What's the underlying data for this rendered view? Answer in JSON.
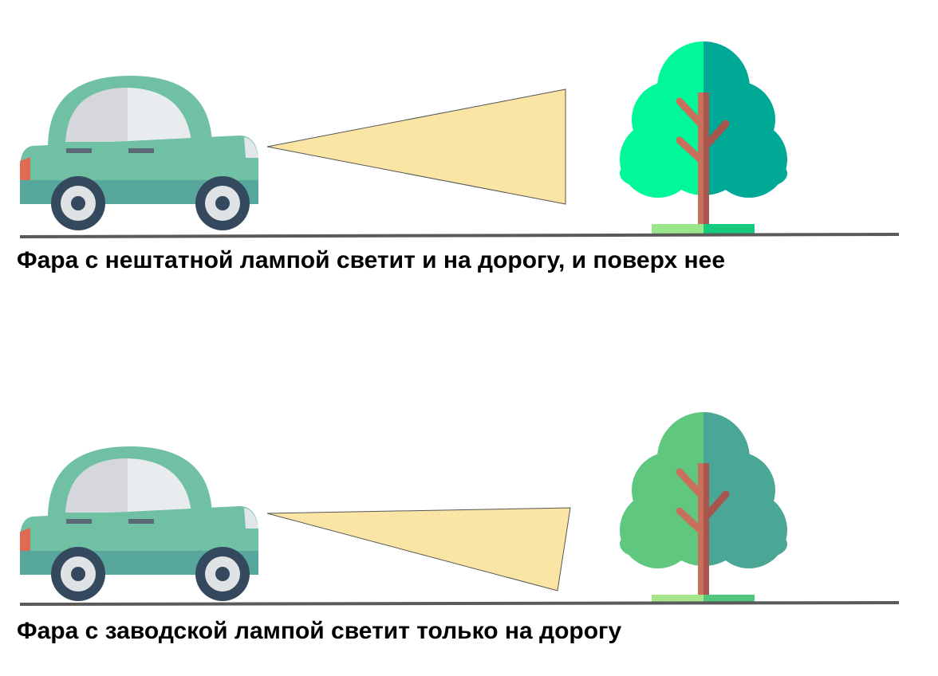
{
  "scenes": [
    {
      "id": "nonstandard",
      "caption": "Фара с нештатной лампой светит и на дорогу, и поверх нее",
      "tree_colors": {
        "left": "#00f89a",
        "right": "#00a996",
        "grass_left": "#9be68a",
        "grass_right": "#17c97c"
      }
    },
    {
      "id": "factory",
      "caption": "Фара с заводской лампой светит только на дорогу",
      "tree_colors": {
        "left": "#5fc87e",
        "right": "#4aa795",
        "grass_left": "#a6e58b",
        "grass_right": "#52c67c"
      }
    }
  ],
  "colors": {
    "car_body": "#70c1a3",
    "car_lower": "#58a79c",
    "car_window_left": "#d5d7dc",
    "car_window_right": "#e9ecef",
    "car_handle": "#5b6977",
    "headlight": "#e2e5e9",
    "taillight": "#df6c52",
    "wheel_tire": "#35495e",
    "wheel_rim": "#e0e3e6",
    "beam_fill": "#fae5a5",
    "beam_stroke": "#555555",
    "trunk_left": "#c9705c",
    "trunk_right": "#a8564d",
    "road": "#5a5a5a"
  },
  "icons": [
    "car-icon",
    "tree-icon",
    "headlight-beam"
  ]
}
